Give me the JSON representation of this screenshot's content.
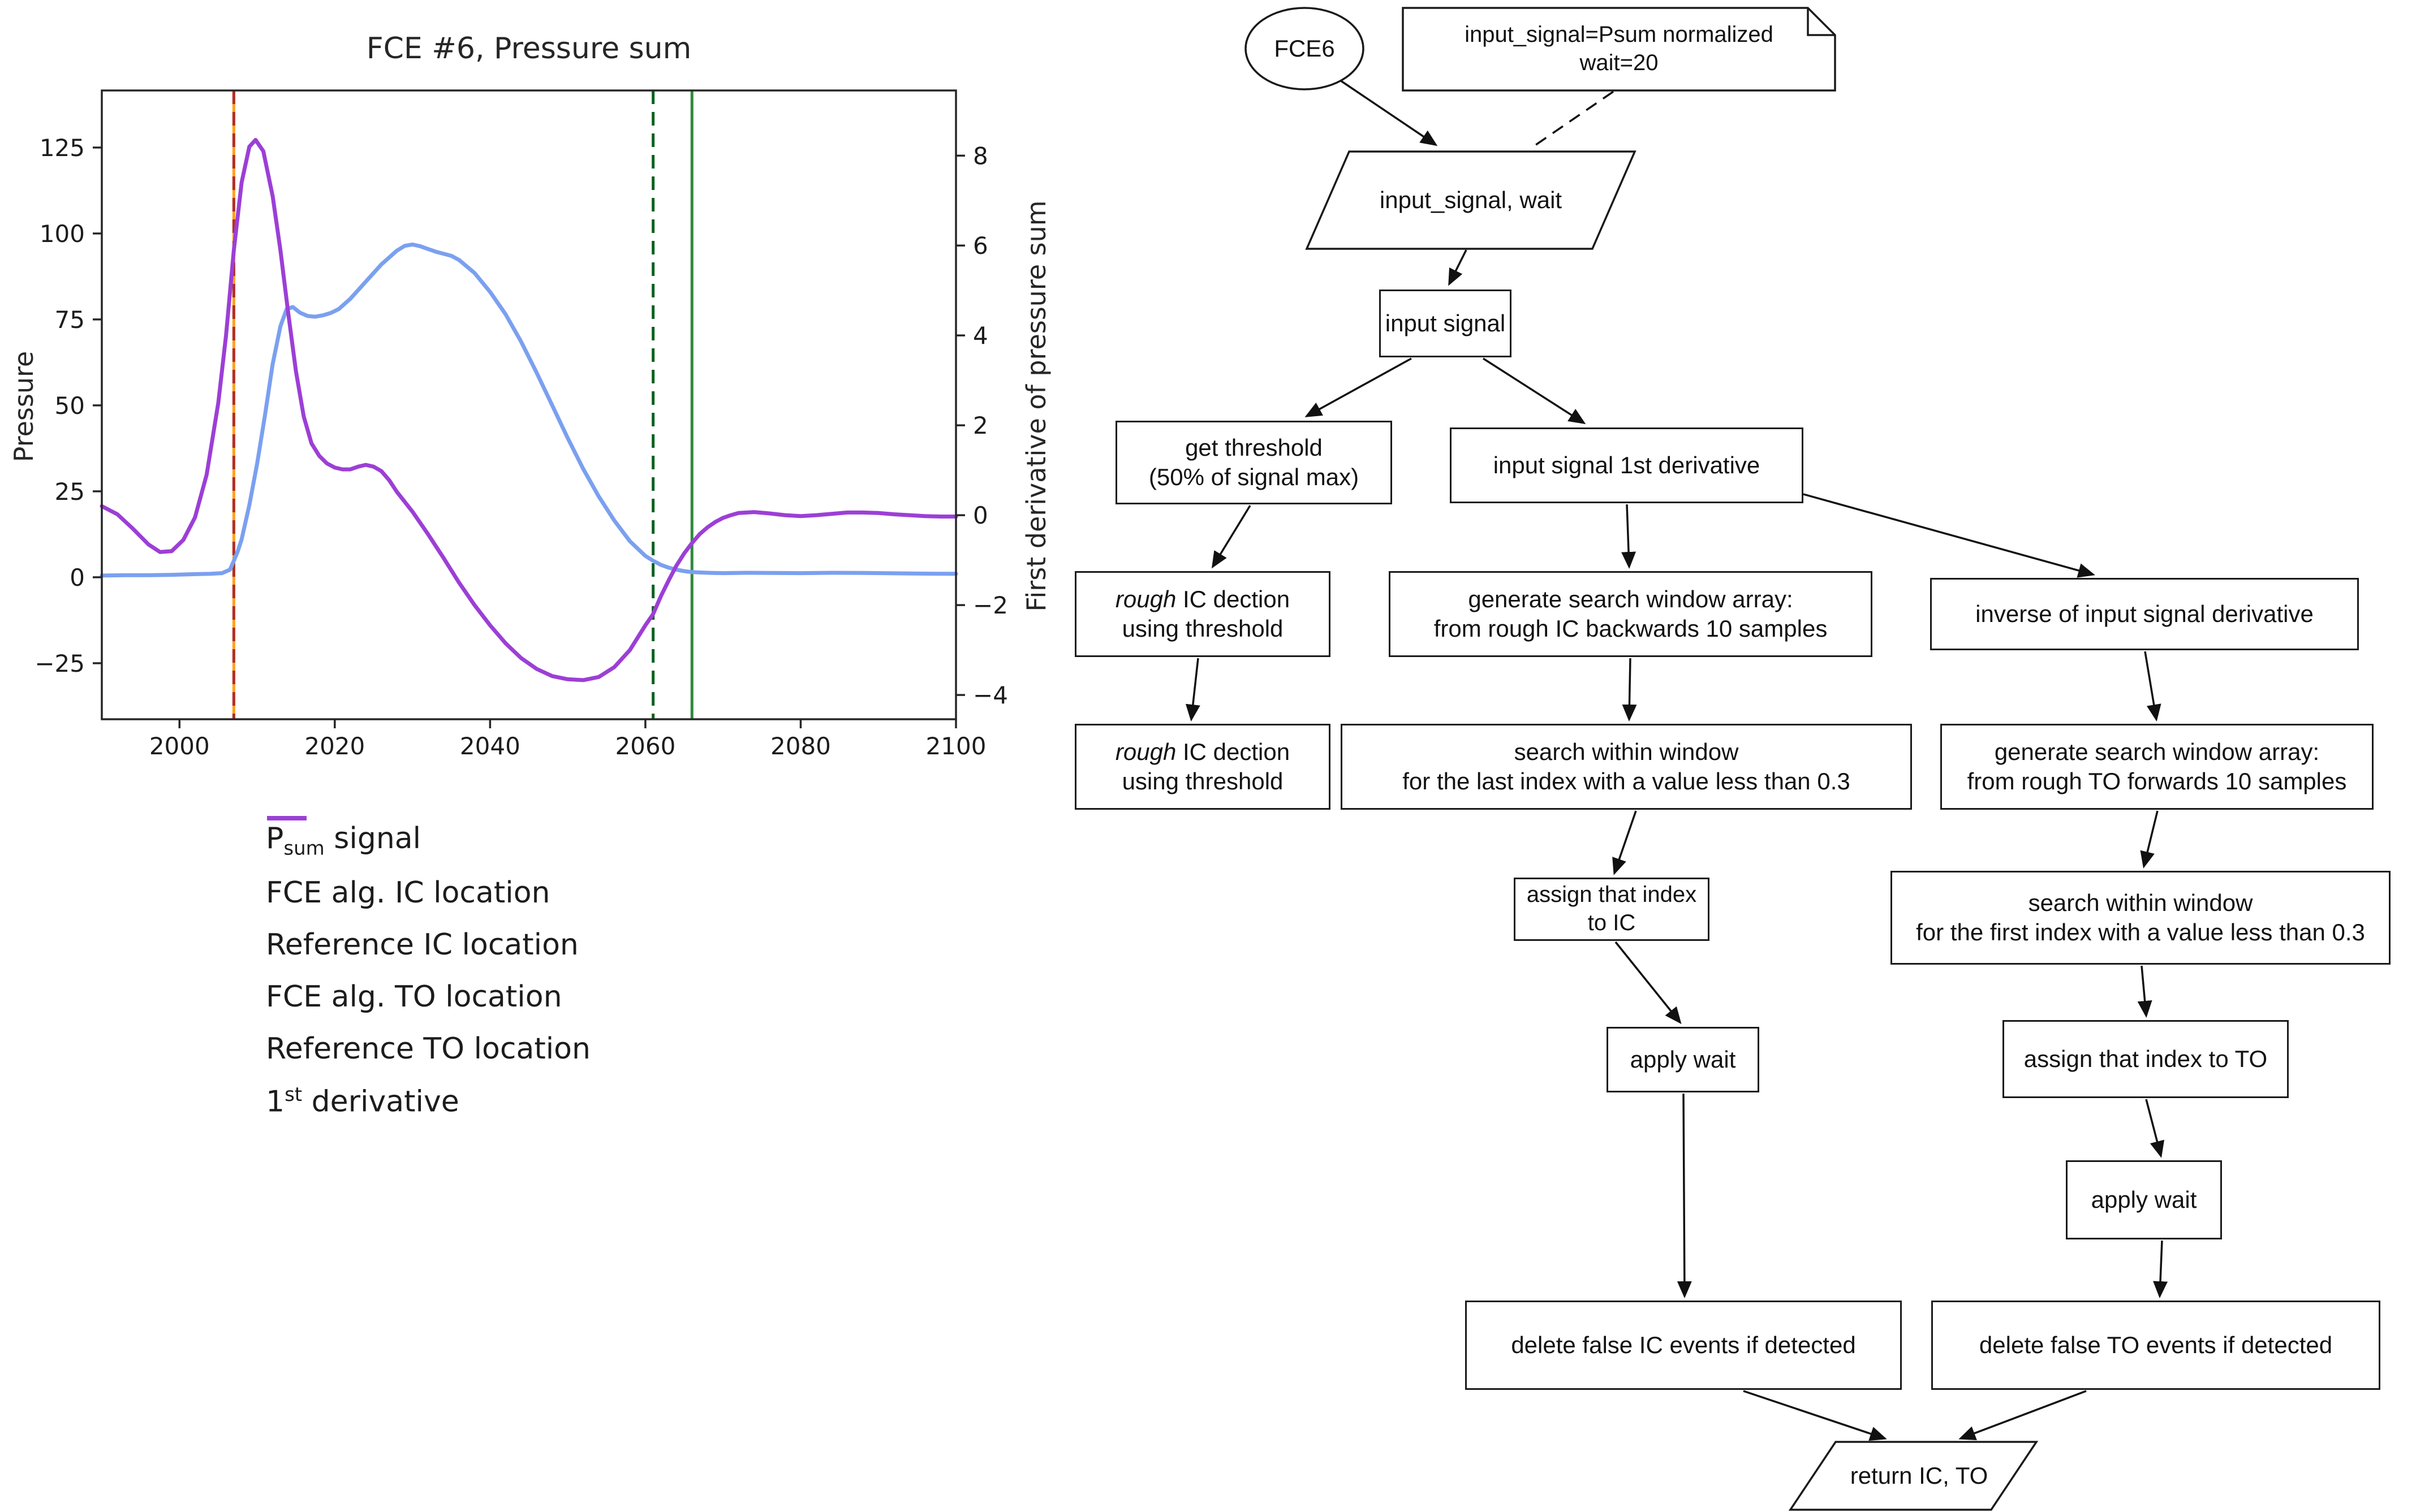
{
  "figure": {
    "title": "FCE #6, Pressure sum",
    "left_axis_label": "Pressure",
    "right_axis_label": "First derivative of pressure sum"
  },
  "legend": {
    "items": [
      {
        "label": "Psum signal",
        "pre": "P",
        "sub": "sum",
        "post": " signal",
        "color": "#7ba0f0",
        "dash": "solid"
      },
      {
        "label": "FCE alg. IC location",
        "color": "#ffa01e",
        "dash": "solid"
      },
      {
        "label": "Reference IC location",
        "color": "#b22f28",
        "dash": "dashed"
      },
      {
        "label": "FCE alg. TO location",
        "color": "#2e8b3c",
        "dash": "solid"
      },
      {
        "label": "Reference TO location",
        "color": "#0a611f",
        "dash": "dashed"
      },
      {
        "label": "1st derivative",
        "pre": "1",
        "sup": "st",
        "post": " derivative",
        "color": "#9c3fd6",
        "dash": "solid"
      }
    ]
  },
  "chart_data": {
    "type": "line",
    "title": "FCE #6, Pressure sum",
    "xlabel": "",
    "ylabel_left": "Pressure",
    "ylabel_right": "First derivative of pressure sum",
    "xlim": [
      1990,
      2100
    ],
    "ylim_left": [
      -41.3,
      141.6
    ],
    "ylim_right": [
      -4.54,
      9.45
    ],
    "x_ticks": [
      2000,
      2020,
      2040,
      2060,
      2080,
      2100
    ],
    "y_ticks_left": [
      125,
      100,
      75,
      50,
      25,
      0,
      -25
    ],
    "y_ticks_right": [
      8,
      6,
      4,
      2,
      0,
      -2,
      -4
    ],
    "grid": false,
    "legend_position": "below-left",
    "event_lines": [
      {
        "name": "FCE alg. IC location",
        "x": 2007,
        "color": "#ffa01e",
        "style": "solid"
      },
      {
        "name": "Reference IC location",
        "x": 2007,
        "color": "#b22f28",
        "style": "dashed"
      },
      {
        "name": "Reference TO location",
        "x": 2061,
        "color": "#0a611f",
        "style": "dashed"
      },
      {
        "name": "FCE alg. TO location",
        "x": 2066,
        "color": "#2e8b3c",
        "style": "solid"
      }
    ],
    "series": [
      {
        "name": "Psum signal",
        "axis": "left",
        "color": "#7ba0f0",
        "points": [
          [
            1990,
            0.5
          ],
          [
            1993,
            0.6
          ],
          [
            1996,
            0.6
          ],
          [
            1999,
            0.7
          ],
          [
            2002,
            0.9
          ],
          [
            2004,
            1.0
          ],
          [
            2005.5,
            1.2
          ],
          [
            2006.5,
            2.2
          ],
          [
            2007,
            4.8
          ],
          [
            2007.5,
            7.5
          ],
          [
            2008,
            11
          ],
          [
            2009,
            21
          ],
          [
            2010,
            33
          ],
          [
            2011,
            47
          ],
          [
            2012,
            62
          ],
          [
            2013,
            73
          ],
          [
            2013.8,
            78
          ],
          [
            2014.6,
            78.6
          ],
          [
            2015.5,
            77
          ],
          [
            2016.5,
            76
          ],
          [
            2017.5,
            75.8
          ],
          [
            2018.5,
            76.2
          ],
          [
            2019.5,
            76.9
          ],
          [
            2020.5,
            78
          ],
          [
            2022,
            81
          ],
          [
            2024,
            86
          ],
          [
            2026,
            91
          ],
          [
            2028,
            95
          ],
          [
            2029,
            96.4
          ],
          [
            2030,
            96.8
          ],
          [
            2031,
            96.3
          ],
          [
            2032,
            95.5
          ],
          [
            2033,
            94.7
          ],
          [
            2034,
            94.1
          ],
          [
            2035,
            93.5
          ],
          [
            2036,
            92.3
          ],
          [
            2038,
            88.5
          ],
          [
            2040,
            83
          ],
          [
            2042,
            76.5
          ],
          [
            2044,
            68.5
          ],
          [
            2046,
            59.5
          ],
          [
            2048,
            50
          ],
          [
            2050,
            40.5
          ],
          [
            2052,
            31.5
          ],
          [
            2054,
            23.5
          ],
          [
            2056,
            16.5
          ],
          [
            2058,
            10.5
          ],
          [
            2060,
            6.2
          ],
          [
            2061,
            4.8
          ],
          [
            2062,
            3.6
          ],
          [
            2063,
            2.8
          ],
          [
            2064,
            2.2
          ],
          [
            2065,
            1.8
          ],
          [
            2066,
            1.5
          ],
          [
            2068,
            1.3
          ],
          [
            2070,
            1.2
          ],
          [
            2073,
            1.3
          ],
          [
            2076,
            1.25
          ],
          [
            2080,
            1.2
          ],
          [
            2084,
            1.3
          ],
          [
            2088,
            1.25
          ],
          [
            2092,
            1.15
          ],
          [
            2096,
            1.05
          ],
          [
            2100,
            1.0
          ]
        ]
      },
      {
        "name": "1st derivative",
        "axis": "right",
        "color": "#9c3fd6",
        "points": [
          [
            1990,
            0.2
          ],
          [
            1992,
            0.02
          ],
          [
            1994,
            -0.3
          ],
          [
            1996,
            -0.65
          ],
          [
            1997.5,
            -0.82
          ],
          [
            1999,
            -0.8
          ],
          [
            2000.5,
            -0.55
          ],
          [
            2002,
            -0.05
          ],
          [
            2003.5,
            0.9
          ],
          [
            2005,
            2.5
          ],
          [
            2006,
            4.0
          ],
          [
            2007,
            5.9
          ],
          [
            2008,
            7.4
          ],
          [
            2009,
            8.2
          ],
          [
            2009.8,
            8.35
          ],
          [
            2010.8,
            8.1
          ],
          [
            2012,
            7.1
          ],
          [
            2013,
            5.9
          ],
          [
            2014,
            4.5
          ],
          [
            2015,
            3.2
          ],
          [
            2016,
            2.2
          ],
          [
            2017,
            1.6
          ],
          [
            2018,
            1.32
          ],
          [
            2019,
            1.15
          ],
          [
            2020,
            1.06
          ],
          [
            2021,
            1.02
          ],
          [
            2022,
            1.02
          ],
          [
            2023,
            1.08
          ],
          [
            2024,
            1.12
          ],
          [
            2025,
            1.08
          ],
          [
            2026,
            0.98
          ],
          [
            2027,
            0.78
          ],
          [
            2028,
            0.52
          ],
          [
            2030,
            0.08
          ],
          [
            2032,
            -0.42
          ],
          [
            2034,
            -0.95
          ],
          [
            2036,
            -1.5
          ],
          [
            2038,
            -2.0
          ],
          [
            2040,
            -2.45
          ],
          [
            2042,
            -2.85
          ],
          [
            2044,
            -3.18
          ],
          [
            2046,
            -3.42
          ],
          [
            2048,
            -3.58
          ],
          [
            2050,
            -3.65
          ],
          [
            2052,
            -3.67
          ],
          [
            2054,
            -3.6
          ],
          [
            2056,
            -3.38
          ],
          [
            2058,
            -3.0
          ],
          [
            2060,
            -2.45
          ],
          [
            2061,
            -2.2
          ],
          [
            2062,
            -1.8
          ],
          [
            2063,
            -1.45
          ],
          [
            2064,
            -1.12
          ],
          [
            2065,
            -0.85
          ],
          [
            2066,
            -0.62
          ],
          [
            2067,
            -0.42
          ],
          [
            2068,
            -0.27
          ],
          [
            2069,
            -0.15
          ],
          [
            2070,
            -0.06
          ],
          [
            2071,
            0.0
          ],
          [
            2072,
            0.05
          ],
          [
            2074,
            0.07
          ],
          [
            2076,
            0.04
          ],
          [
            2078,
            0.0
          ],
          [
            2080,
            -0.02
          ],
          [
            2082,
            0.0
          ],
          [
            2084,
            0.03
          ],
          [
            2086,
            0.06
          ],
          [
            2088,
            0.06
          ],
          [
            2090,
            0.05
          ],
          [
            2092,
            0.02
          ],
          [
            2094,
            0.0
          ],
          [
            2096,
            -0.02
          ],
          [
            2098,
            -0.03
          ],
          [
            2100,
            -0.03
          ]
        ]
      }
    ]
  },
  "flowchart": {
    "nodes": {
      "start": {
        "label": "FCE6"
      },
      "params_note": {
        "label": "input_signal=Psum normalized\nwait=20"
      },
      "io_input": {
        "label": "input_signal, wait"
      },
      "input_signal": {
        "label": "input signal"
      },
      "get_threshold": {
        "label": "get threshold\n(50% of signal max)"
      },
      "first_derivative": {
        "label": "input signal 1st derivative"
      },
      "rough_ic_1": {
        "em": "rough",
        "label": " IC dection\nusing threshold"
      },
      "gen_window_ic": {
        "label": "generate search window array:\nfrom rough IC backwards 10 samples"
      },
      "inverse_derivative": {
        "label": "inverse of input signal derivative"
      },
      "rough_ic_2": {
        "em": "rough",
        "label": " IC dection\nusing threshold"
      },
      "search_last": {
        "label": "search within window\nfor the last index with a value less than 0.3"
      },
      "gen_window_to": {
        "label": "generate search window array:\nfrom rough TO forwards 10 samples"
      },
      "assign_ic": {
        "label": "assign that index to IC"
      },
      "search_first": {
        "label": "search within window\nfor the first index with a value less than 0.3"
      },
      "apply_wait_ic": {
        "label": "apply wait"
      },
      "assign_to": {
        "label": "assign that index to TO"
      },
      "apply_wait_to": {
        "label": "apply wait"
      },
      "delete_ic": {
        "label": "delete false IC events if detected"
      },
      "delete_to": {
        "label": "delete false TO events if detected"
      },
      "return_io": {
        "label": "return IC, TO"
      }
    }
  }
}
